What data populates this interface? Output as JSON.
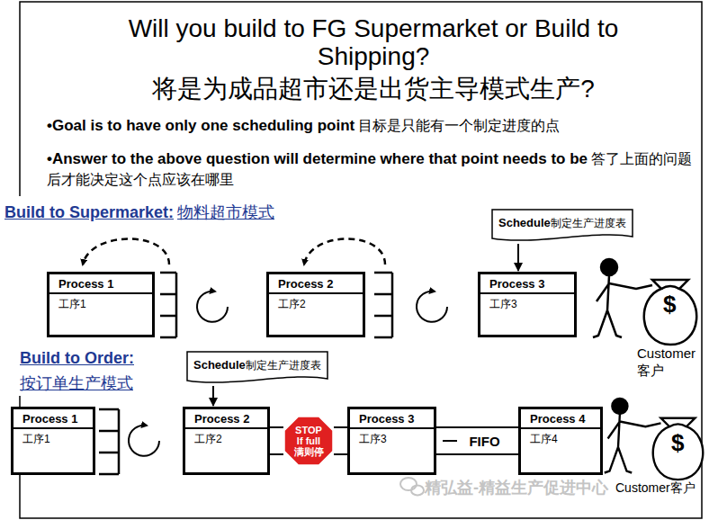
{
  "diagram": {
    "title": "Will you build to FG Supermarket or Build to Shipping?",
    "nodes": [
      {
        "text": [
          "Schedule",
          "制定生产进度表"
        ]
      },
      {
        "text": [
          "Process 1",
          "工序1"
        ]
      },
      {
        "text": [
          "Process 2",
          "工序2"
        ]
      },
      {
        "text": [
          "Process 3",
          "工序3"
        ]
      },
      {
        "text": [
          "Schedule",
          "制定生产进度表"
        ]
      },
      {
        "text": [
          "Process 1",
          "工序1"
        ]
      },
      {
        "text": [
          "Process 2",
          "工序2"
        ]
      },
      {
        "text": [
          "STOP",
          "If full",
          "满则停"
        ]
      },
      {
        "text": [
          "Process 3",
          "工序3"
        ]
      },
      {
        "text": [
          "Process 4",
          "工序4"
        ]
      }
    ],
    "edges": [
      {
        "from": 0,
        "to": 3,
        "arrow": "to"
      },
      {
        "from": 4,
        "to": 6,
        "arrow": "to"
      },
      {
        "from": 6,
        "to": 7,
        "arrow": "none"
      },
      {
        "from": 7,
        "to": 8,
        "arrow": "none"
      },
      {
        "from": 8,
        "to": 9,
        "label": "FIFO",
        "arrow": "none"
      }
    ],
    "labels": [
      "将是为成品超市还是出货主导模式生产?",
      "•Goal is to have only one scheduling point",
      "目标是只能有一个制定进度的点",
      "•Answer to the above question will determine where that point needs to be",
      "答了上面的问题后才能决定这个点应该在哪里",
      "Build to Supermarket:",
      "物料超市模式",
      "Customer",
      "客户",
      "$",
      "Build to Order:",
      "按订单生产模式",
      "$",
      "精弘益-精益生产促进中心",
      "Customer客户"
    ]
  }
}
